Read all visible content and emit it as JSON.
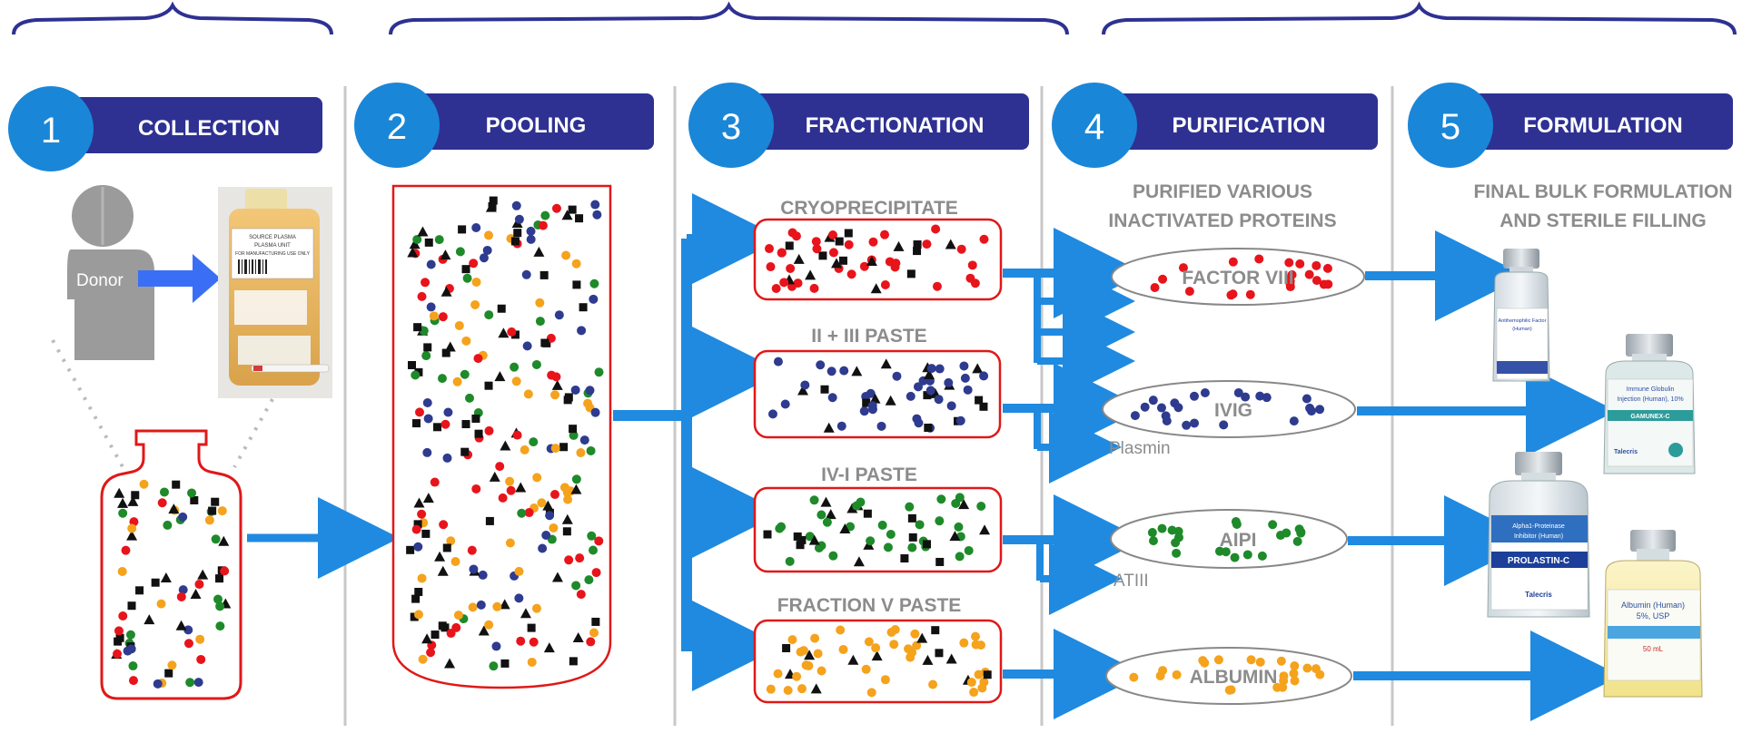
{
  "colors": {
    "navy": "#2e3192",
    "blue_circle": "#1a86d8",
    "arrow_blue": "#1f8ae0",
    "red_outline": "#e01818",
    "label_gray": "#8c8c8c",
    "divider_gray": "#c8c8c8",
    "dot_red": "#e8141b",
    "dot_navy": "#2e3b8f",
    "dot_green": "#1e8a2a",
    "dot_orange": "#f5a21c",
    "dot_black": "#111111"
  },
  "steps": [
    {
      "number": "1",
      "title": "COLLECTION"
    },
    {
      "number": "2",
      "title": "POOLING"
    },
    {
      "number": "3",
      "title": "FRACTIONATION"
    },
    {
      "number": "4",
      "title": "PURIFICATION"
    },
    {
      "number": "5",
      "title": "FORMULATION"
    }
  ],
  "collection": {
    "donor_label": "Donor",
    "bottle_label_lines": [
      "SOURCE PLASMA",
      "PLASMA UNIT",
      "FOR MANUFACTURING USE ONLY"
    ]
  },
  "fractions": [
    {
      "label": "CRYOPRECIPITATE",
      "dot_color": "dot_red"
    },
    {
      "label": "II + III PASTE",
      "dot_color": "dot_navy"
    },
    {
      "label": "IV-I PASTE",
      "dot_color": "dot_green"
    },
    {
      "label": "FRACTION V PASTE",
      "dot_color": "dot_orange"
    }
  ],
  "purification": {
    "heading_lines": [
      "PURIFIED VARIOUS",
      "INACTIVATED PROTEINS"
    ],
    "proteins": [
      {
        "label": "FACTOR VIII",
        "dot_color": "dot_red"
      },
      {
        "label": "IVIG",
        "dot_color": "dot_navy"
      },
      {
        "label": "AIPI",
        "dot_color": "dot_green"
      },
      {
        "label": "ALBUMIN",
        "dot_color": "dot_orange"
      }
    ],
    "side_products": [
      "Plasmin",
      "ATIII"
    ]
  },
  "formulation": {
    "heading_lines": [
      "FINAL BULK FORMULATION",
      "AND STERILE FILLING"
    ],
    "vials": [
      {
        "label_lines": [
          "Antihemophilic Factor",
          "(Human)"
        ]
      },
      {
        "label_lines": [
          "Immune Globulin",
          "Injection (Human), 10%",
          "GAMUNEX-C",
          "Talecris"
        ]
      },
      {
        "label_lines": [
          "Alpha1-Proteinase",
          "Inhibitor (Human)",
          "PROLASTIN-C",
          "Talecris"
        ]
      },
      {
        "label_lines": [
          "Albumin (Human)",
          "5%, USP",
          "50 mL"
        ]
      }
    ]
  }
}
